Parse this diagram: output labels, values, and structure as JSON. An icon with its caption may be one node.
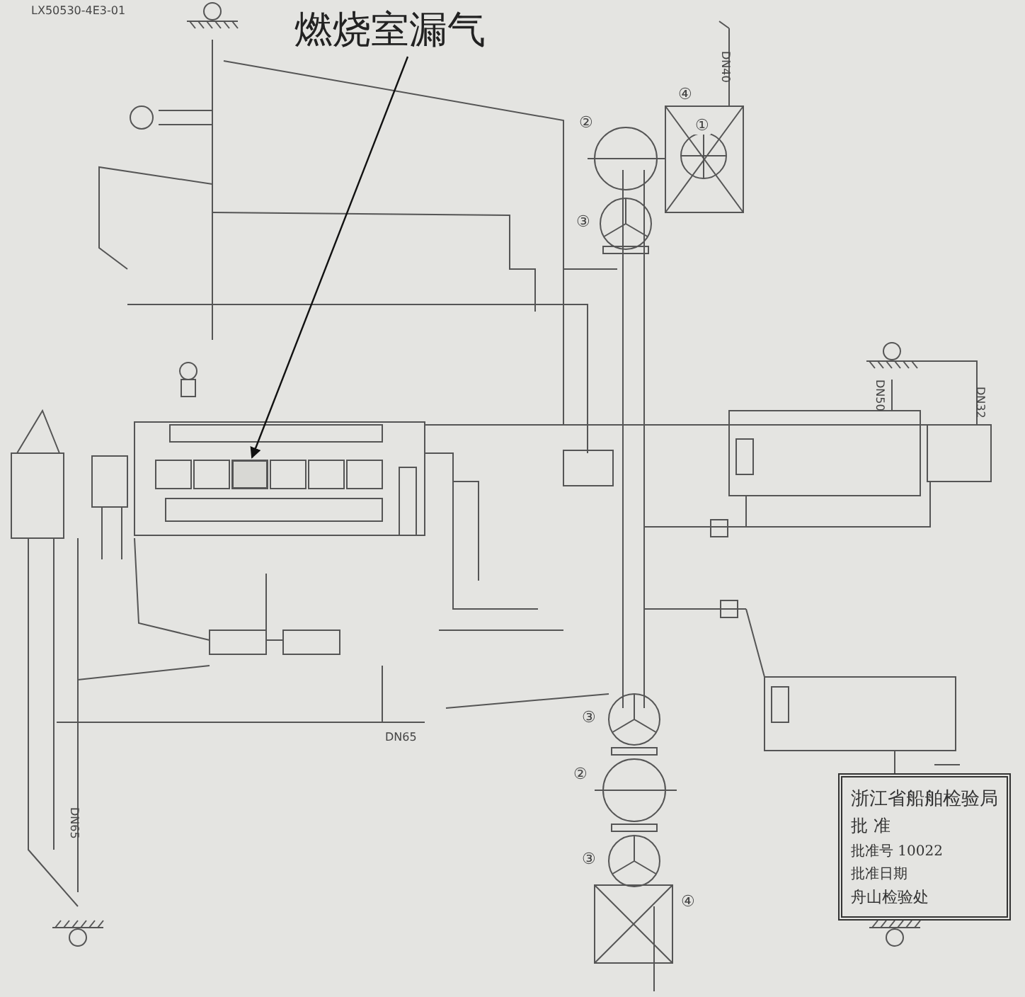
{
  "diagram": {
    "nodes": [
      {
        "text": [
          "燃烧室漏气"
        ]
      },
      {
        "text": [],
        "shape": "box"
      },
      {
        "text": [
          "浙江省船舶检验局",
          "批 准",
          "批准号 10022",
          "批准日期",
          "舟山检验处"
        ]
      }
    ],
    "edges": [
      {
        "from": 0,
        "to": 1,
        "arrow": "to"
      }
    ],
    "labels": [
      "LX50530-4E3-01",
      "DN40",
      "②",
      "①",
      "④",
      "③",
      "DN50",
      "DN32",
      "DN65",
      "DN65",
      "③",
      "②",
      "③",
      "④"
    ]
  }
}
